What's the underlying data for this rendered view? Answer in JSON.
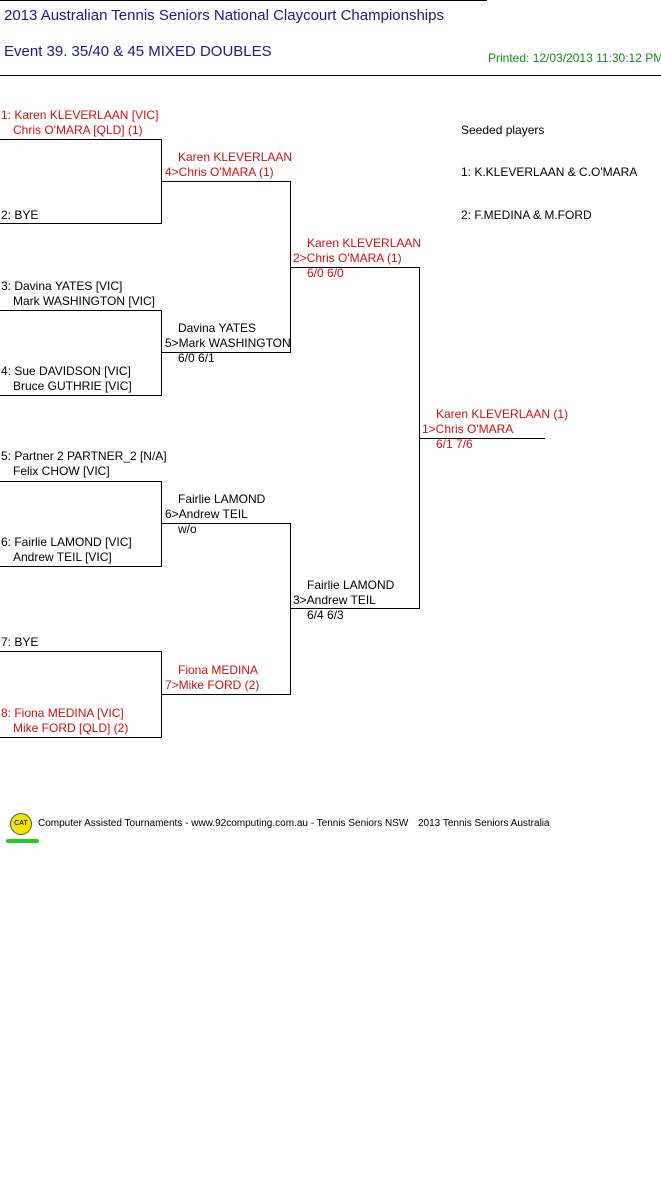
{
  "header": {
    "title": "2013 Australian Tennis Seniors National Claycourt Championships",
    "event": "Event 39. 35/40 & 45 MIXED DOUBLES",
    "printed": "Printed: 12/03/2013 11:30:12 PM"
  },
  "round1": [
    {
      "line1": "1: Karen KLEVERLAAN [VIC]",
      "line2": "Chris O'MARA [QLD] (1)"
    },
    {
      "line1": "2: BYE",
      "line2": ""
    },
    {
      "line1": "3: Davina YATES [VIC]",
      "line2": "Mark WASHINGTON [VIC]"
    },
    {
      "line1": "4: Sue DAVIDSON [VIC]",
      "line2": "Bruce GUTHRIE [VIC]"
    },
    {
      "line1": "5: Partner 2 PARTNER_2 [N/A]",
      "line2": "Felix CHOW [VIC]"
    },
    {
      "line1": "6: Fairlie LAMOND [VIC]",
      "line2": "Andrew TEIL [VIC]"
    },
    {
      "line1": "7: BYE",
      "line2": ""
    },
    {
      "line1": "8: Fiona MEDINA [VIC]",
      "line2": "Mike FORD [QLD] (2)"
    }
  ],
  "round2": [
    {
      "line1": "Karen KLEVERLAAN",
      "line2": "4>Chris O'MARA (1)",
      "score": ""
    },
    {
      "line1": "Davina YATES",
      "line2": "5>Mark WASHINGTON",
      "score": "6/0 6/1"
    },
    {
      "line1": "Fairlie LAMOND",
      "line2": "6>Andrew TEIL",
      "score": "w/o"
    },
    {
      "line1": "Fiona MEDINA",
      "line2": "7>Mike FORD (2)",
      "score": ""
    }
  ],
  "round3": [
    {
      "line1": "Karen KLEVERLAAN",
      "line2": "2>Chris O'MARA (1)",
      "score": "6/0 6/0"
    },
    {
      "line1": "Fairlie LAMOND",
      "line2": "3>Andrew TEIL",
      "score": "6/4 6/3"
    }
  ],
  "final": {
    "line1": "Karen KLEVERLAAN (1)",
    "line2": "1>Chris O'MARA",
    "score": "6/1 7/6"
  },
  "seeds": {
    "heading": "Seeded players",
    "items": [
      "1: K.KLEVERLAAN & C.O'MARA",
      "2: F.MEDINA & M.FORD"
    ]
  },
  "footer": {
    "logo": "CAT",
    "credit": "Computer Assisted Tournaments - www.92computing.com.au -  Tennis Seniors NSW",
    "copyright": "2013 Tennis Seniors Australia"
  }
}
